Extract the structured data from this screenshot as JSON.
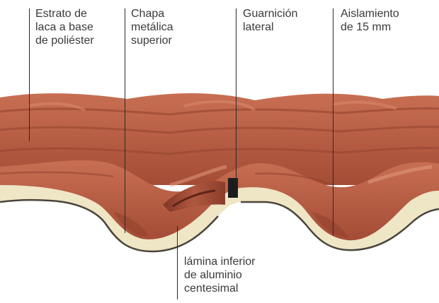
{
  "labels": {
    "top": [
      {
        "id": "lacquer",
        "lines": [
          "Estrato de",
          "laca a base",
          "de poliéster"
        ]
      },
      {
        "id": "upper_sheet",
        "lines": [
          "Chapa",
          "metálica",
          "superior"
        ]
      },
      {
        "id": "side_seal",
        "lines": [
          "Guarnición",
          "lateral"
        ]
      },
      {
        "id": "insulation",
        "lines": [
          "Aislamiento",
          "de 15 mm"
        ]
      }
    ],
    "bottom": [
      {
        "id": "lower_sheet",
        "lines": [
          "lámina inferior",
          "de aluminio",
          "centesimal"
        ]
      }
    ]
  },
  "colors": {
    "tile": "#b95b42",
    "tile_dark": "#8f3f2c",
    "tile_light": "#d27a5e",
    "insulation": "#efe6c6",
    "aluminium": "#4a443c",
    "seal": "#1c1c1c",
    "leader": "#2a2a2a",
    "text": "#3a3a3a"
  }
}
